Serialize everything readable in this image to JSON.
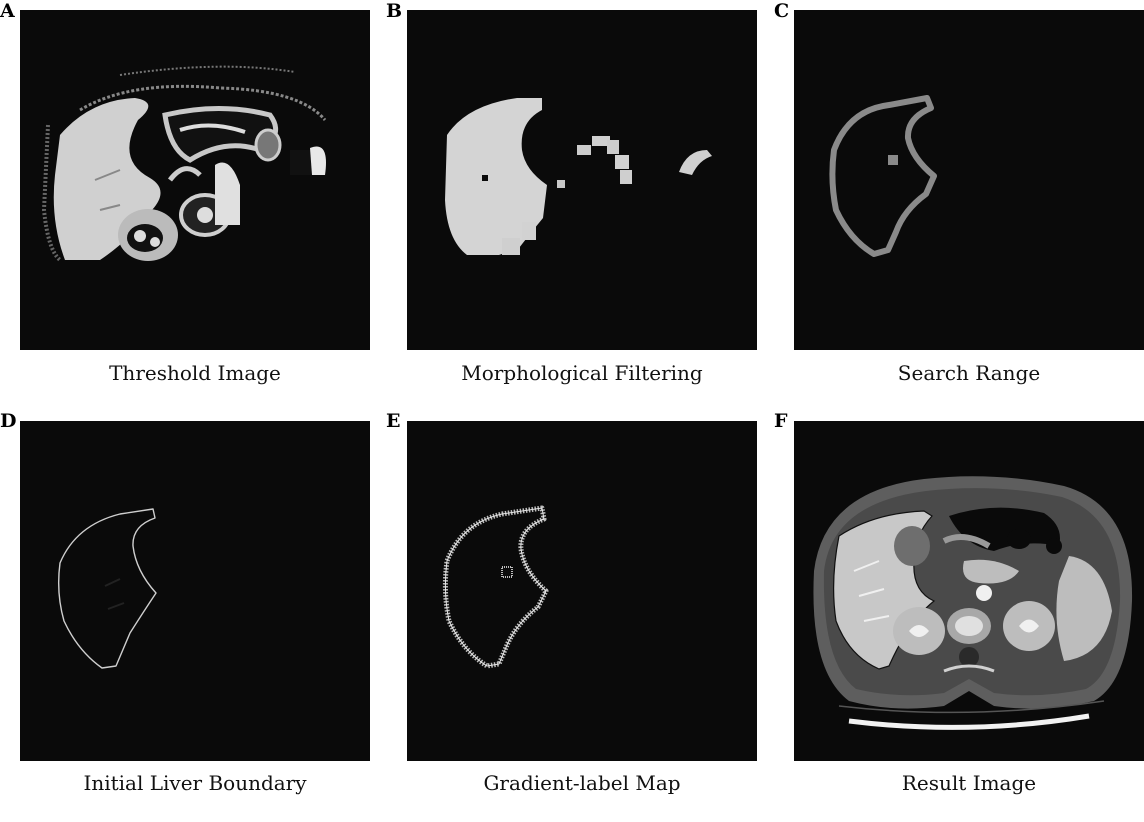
{
  "panels": [
    {
      "letter": "A",
      "caption": "Threshold Image"
    },
    {
      "letter": "B",
      "caption": "Morphological Filtering"
    },
    {
      "letter": "C",
      "caption": "Search Range"
    },
    {
      "letter": "D",
      "caption": "Initial Liver Boundary"
    },
    {
      "letter": "E",
      "caption": "Gradient-label Map"
    },
    {
      "letter": "F",
      "caption": "Result Image"
    }
  ],
  "colors": {
    "panel_background": "#0a0a0a",
    "liver_gray": "#d4d4d4",
    "search_band": "#8a8a8a",
    "boundary_line": "#cfcfcf",
    "body_soft_tissue": "#5e5e5e",
    "caption_text": "#111111"
  }
}
